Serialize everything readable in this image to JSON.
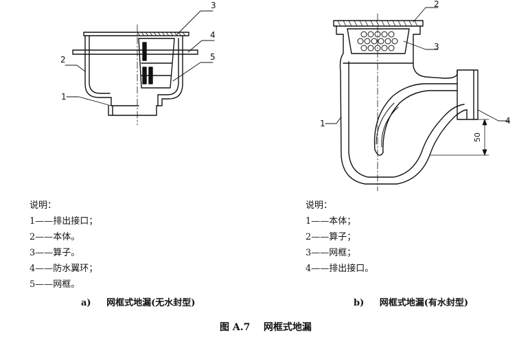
{
  "figure_a": {
    "callouts": [
      "1",
      "2",
      "3",
      "4",
      "5"
    ],
    "legend_heading": "说明：",
    "legend_items": [
      "1——排出接口；",
      "2——本体。",
      "3——算子。",
      "4——防水翼环；",
      "5——网框。"
    ],
    "caption_label": "a)",
    "caption_text": "网框式地漏(无水封型)"
  },
  "figure_b": {
    "callouts": [
      "1",
      "2",
      "3",
      "4"
    ],
    "dimension": "50",
    "legend_heading": "说明：",
    "legend_items": [
      "1——本体；",
      "2——算子；",
      "3——网框；",
      "4——排出接口。"
    ],
    "caption_label": "b)",
    "caption_text": "网框式地漏(有水封型)"
  },
  "figure_title": "图 A.7    网框式地漏"
}
